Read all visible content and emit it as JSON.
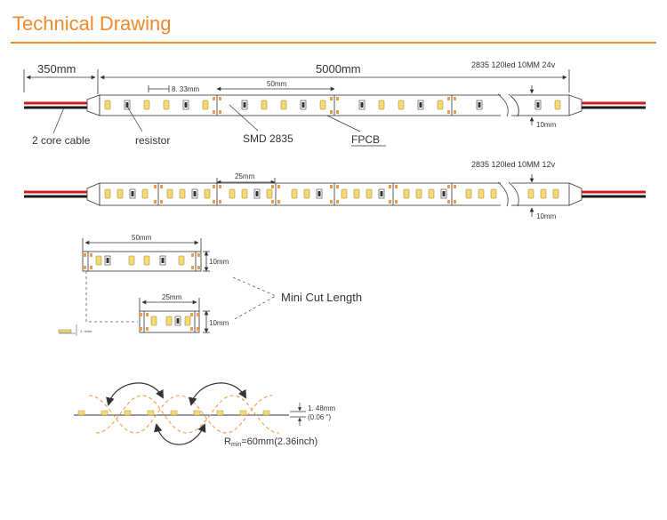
{
  "header": {
    "title": "Technical Drawing"
  },
  "colors": {
    "accent": "#ec8a2c",
    "led": "#f6dc6c",
    "cable_red": "#cc1f1f",
    "cable_black": "#1a1a1a",
    "pad": "#ef9a4a"
  },
  "strip_24v": {
    "spec": "2835  120led 10MM  24v",
    "dim_cable": "350mm",
    "dim_total": "5000mm",
    "dim_pitch": "8. 33mm",
    "dim_cut": "50mm",
    "dim_width": "10mm",
    "label_cable": "2 core cable",
    "label_resistor": "resistor",
    "label_smd": "SMD 2835",
    "label_fpcb": "FPCB"
  },
  "strip_12v": {
    "spec": "2835  120led 10MM  12v",
    "dim_cut": "25mm",
    "dim_width": "10mm"
  },
  "mini_cut": {
    "piece_a_length": "50mm",
    "piece_a_width": "10mm",
    "piece_b_length": "25mm",
    "piece_b_width": "10mm",
    "label": "Mini Cut Length",
    "thickness_tag": "1. n/nm"
  },
  "bend": {
    "thickness": "1. 48mm",
    "thickness_inch": "(0.06 '')",
    "radius_prefix": "R",
    "radius_sub": "min",
    "radius_value": "=60mm(2.36inch)"
  }
}
